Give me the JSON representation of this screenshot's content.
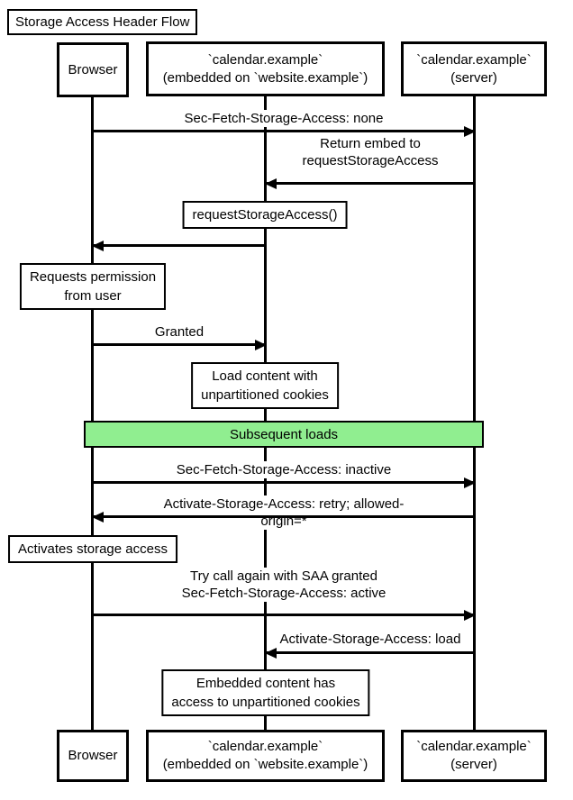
{
  "diagram": {
    "title": "Storage Access Header Flow",
    "type": "sequence"
  },
  "actors": [
    {
      "label": "Browser"
    },
    {
      "label": "`calendar.example`\n(embedded on `website.example`)"
    },
    {
      "label": "`calendar.example`\n(server)"
    }
  ],
  "messages": [
    {
      "from": "Browser",
      "to": "`calendar.example` (server)",
      "direction": "right",
      "label": "Sec-Fetch-Storage-Access: none"
    },
    {
      "from": "`calendar.example` (server)",
      "to": "`calendar.example` (embedded on `website.example`)",
      "direction": "left",
      "label": "Return embed to\nrequestStorageAccess"
    },
    {
      "from": "`calendar.example` (embedded on `website.example`)",
      "to": "Browser",
      "direction": "left",
      "label": ""
    },
    {
      "from": "Browser",
      "to": "`calendar.example` (embedded on `website.example`)",
      "direction": "right",
      "label": "Granted"
    },
    {
      "from": "Browser",
      "to": "`calendar.example` (server)",
      "direction": "right",
      "label": "Sec-Fetch-Storage-Access: inactive"
    },
    {
      "from": "`calendar.example` (server)",
      "to": "Browser",
      "direction": "left",
      "label": "Activate-Storage-Access: retry; allowed-origin=*"
    },
    {
      "from": "Browser",
      "to": "`calendar.example` (server)",
      "direction": "right",
      "label": "Try call again with SAA granted\nSec-Fetch-Storage-Access: active"
    },
    {
      "from": "`calendar.example` (server)",
      "to": "`calendar.example` (embedded on `website.example`)",
      "direction": "left",
      "label": "Activate-Storage-Access: load"
    }
  ],
  "notes": [
    {
      "over": "`calendar.example` (embedded on `website.example`)",
      "label": "requestStorageAccess()"
    },
    {
      "over": "Browser",
      "label": "Requests permission\nfrom user"
    },
    {
      "over": "`calendar.example` (embedded on `website.example`)",
      "label": "Load content with\nunpartitioned cookies"
    },
    {
      "over": "Browser",
      "label": "Activates storage access"
    },
    {
      "over": "`calendar.example` (embedded on `website.example`)",
      "label": "Embedded content has\naccess to unpartitioned cookies"
    }
  ],
  "divider": {
    "label": "Subsequent loads"
  },
  "colors": {
    "line": "#000000",
    "background": "#ffffff",
    "box_fill": "#ffffff",
    "divider_fill": "#90EE90",
    "divider_border": "#000000"
  }
}
